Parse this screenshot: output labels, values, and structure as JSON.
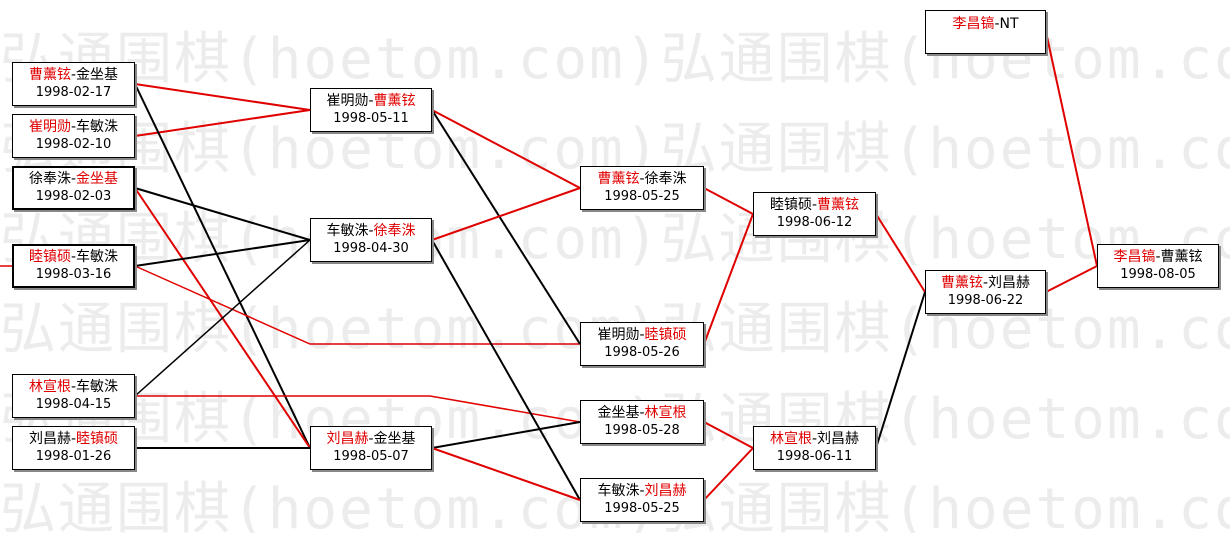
{
  "watermark": "弘通围棋(hoetom.com)弘通围棋(hoetom.com)",
  "colors": {
    "winner": "#e00000",
    "loser_line": "#000000"
  },
  "matches": {
    "r1_1": {
      "p1": "曹薰铉",
      "p2": "金坐基",
      "date": "1998-02-17"
    },
    "r1_2": {
      "p1": "崔明勋",
      "p2": "车敏洙",
      "date": "1998-02-10"
    },
    "r1_3": {
      "p1": "徐奉洙",
      "p2": "金坐基",
      "date": "1998-02-03"
    },
    "r1_4": {
      "p1": "睦镇硕",
      "p2": "车敏洙",
      "date": "1998-03-16"
    },
    "r1_5": {
      "p1": "林宣根",
      "p2": "车敏洙",
      "date": "1998-04-15"
    },
    "r1_6": {
      "p1": "刘昌赫",
      "p2": "睦镇硕",
      "date": "1998-01-26"
    },
    "r2_1": {
      "p1": "崔明勋",
      "p2": "曹薰铉",
      "date": "1998-05-11"
    },
    "r2_2": {
      "p1": "车敏洙",
      "p2": "徐奉洙",
      "date": "1998-04-30"
    },
    "r2_3": {
      "p1": "刘昌赫",
      "p2": "金坐基",
      "date": "1998-05-07"
    },
    "r3_1": {
      "p1": "曹薰铉",
      "p2": "徐奉洙",
      "date": "1998-05-25"
    },
    "r3_2": {
      "p1": "崔明勋",
      "p2": "睦镇硕",
      "date": "1998-05-26"
    },
    "r3_3": {
      "p1": "金坐基",
      "p2": "林宣根",
      "date": "1998-05-28"
    },
    "r3_4": {
      "p1": "车敏洙",
      "p2": "刘昌赫",
      "date": "1998-05-25"
    },
    "r4_1": {
      "p1": "睦镇硕",
      "p2": "曹薰铉",
      "date": "1998-06-12"
    },
    "r4_2": {
      "p1": "林宣根",
      "p2": "刘昌赫",
      "date": "1998-06-11"
    },
    "r5_1": {
      "p1": "曹薰铉",
      "p2": "刘昌赫",
      "date": "1998-06-22"
    },
    "challenger": {
      "p1": "李昌镐",
      "p2": "NT"
    },
    "final": {
      "p1": "李昌镐",
      "p2": "曹薰铉",
      "date": "1998-08-05"
    }
  }
}
